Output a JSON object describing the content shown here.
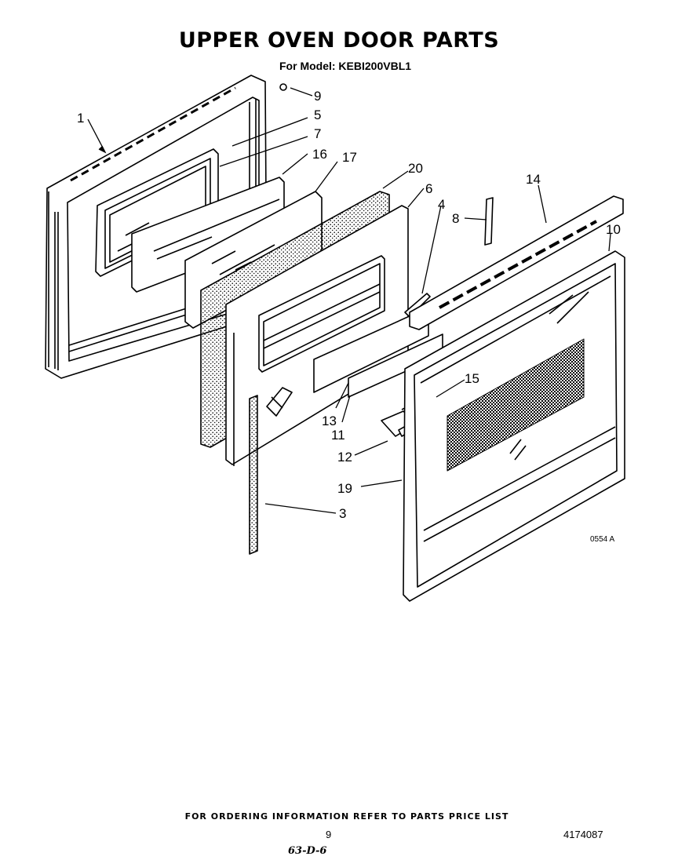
{
  "title": "UPPER OVEN DOOR PARTS",
  "subtitle": "For Model: KEBI200VBL1",
  "callouts": [
    "1",
    "5",
    "7",
    "9",
    "16",
    "17",
    "20",
    "6",
    "4",
    "8",
    "14",
    "10",
    "15",
    "13",
    "11",
    "12",
    "19",
    "3"
  ],
  "figure_code": "0554 A",
  "footer": "FOR ORDERING INFORMATION REFER TO PARTS PRICE LIST",
  "page_number": "9",
  "document_number": "4174087",
  "handwritten": "63-D-6"
}
